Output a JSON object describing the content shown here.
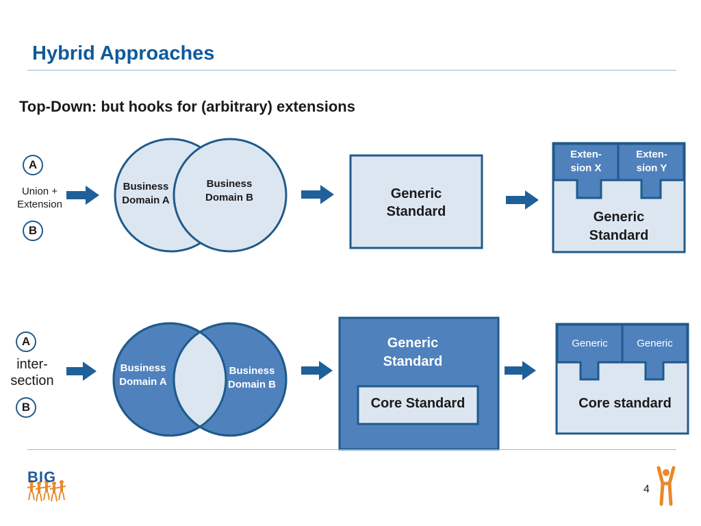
{
  "slide": {
    "title": "Hybrid Approaches",
    "subtitle": "Top-Down: but hooks for (arbitrary) extensions",
    "page_number": "4"
  },
  "row1": {
    "badge_a": "A",
    "badge_b": "B",
    "label_line1": "Union +",
    "label_line2": "Extension",
    "domain_a_line1": "Business",
    "domain_a_line2": "Domain A",
    "domain_b_line1": "Business",
    "domain_b_line2": "Domain B",
    "generic_line1": "Generic",
    "generic_line2": "Standard",
    "ext_x_line1": "Exten-",
    "ext_x_line2": "sion X",
    "ext_y_line1": "Exten-",
    "ext_y_line2": "sion Y",
    "result_line1": "Generic",
    "result_line2": "Standard"
  },
  "row2": {
    "badge_a": "A",
    "badge_b": "B",
    "label_line1": "inter-",
    "label_line2": "section",
    "domain_a_line1": "Business",
    "domain_a_line2": "Domain A",
    "domain_b_line1": "Business",
    "domain_b_line2": "Domain B",
    "generic_line1": "Generic",
    "generic_line2": "Standard",
    "core": "Core Standard",
    "tab1": "Generic",
    "tab2": "Generic",
    "result": "Core standard"
  },
  "logo": {
    "text": "BIG"
  },
  "colors": {
    "title": "#0f5a9b",
    "light_fill": "#dce6f1",
    "dark_fill": "#4f81bd",
    "stroke": "#1f5a8a",
    "arrow": "#1f5f9a"
  }
}
